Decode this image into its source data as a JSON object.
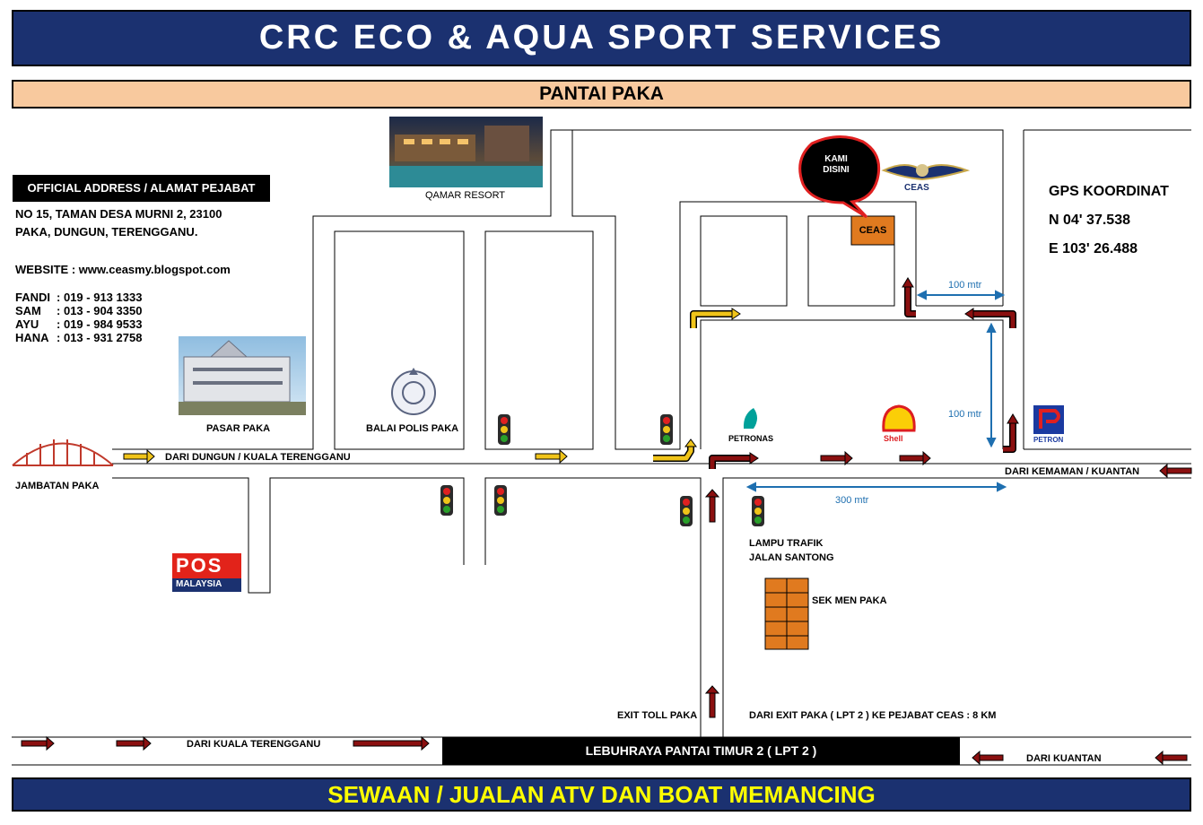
{
  "header": {
    "title": "CRC ECO & AQUA SPORT SERVICES",
    "subtitle": "PANTAI PAKA"
  },
  "footer": {
    "text": "SEWAAN / JUALAN ATV DAN BOAT MEMANCING"
  },
  "office": {
    "heading": "OFFICIAL ADDRESS / ALAMAT PEJABAT",
    "address_line1": "NO 15, TAMAN DESA MURNI 2, 23100",
    "address_line2": "PAKA, DUNGUN, TERENGGANU.",
    "website": "WEBSITE : www.ceasmy.blogspot.com",
    "contacts": [
      {
        "name": "FANDI",
        "phone": "019 - 913 1333"
      },
      {
        "name": "SAM",
        "phone": "013 - 904 3350"
      },
      {
        "name": "AYU",
        "phone": "019 - 984 9533"
      },
      {
        "name": "HANA",
        "phone": "013 - 931 2758"
      }
    ]
  },
  "gps": {
    "title": "GPS KOORDINAT",
    "north": "N 04' 37.538",
    "east": "E 103' 26.488"
  },
  "landmarks": {
    "qamar": "QAMAR RESORT",
    "pasar": "PASAR PAKA",
    "balai": "BALAI POLIS PAKA",
    "jambatan": "JAMBATAN PAKA",
    "petronas": "PETRONAS",
    "shell": "Shell",
    "petron": "PETRON",
    "pos_line1": "POS",
    "pos_line2": "MALAYSIA",
    "ceas_logo": "CEAS",
    "ceas_box": "CEAS",
    "kami_disini": "KAMI DISINI",
    "sek_men": "SEK MEN PAKA",
    "lampu_line1": "LAMPU TRAFIK",
    "lampu_line2": "JALAN SANTONG"
  },
  "roads": {
    "dari_dungun": "DARI DUNGUN / KUALA TERENGGANU",
    "dari_kemaman": "DARI KEMAMAN / KUANTAN",
    "exit_toll": "EXIT TOLL PAKA",
    "dari_exit": "DARI EXIT PAKA ( LPT 2 ) KE PEJABAT CEAS : 8 KM",
    "dari_kt": "DARI KUALA TERENGGANU",
    "lpt2": "LEBUHRAYA PANTAI TIMUR 2  ( LPT 2 )",
    "dari_kuantan": "DARI KUANTAN"
  },
  "distances": {
    "d1": "100 mtr",
    "d2": "100 mtr",
    "d3": "300 mtr"
  },
  "colors": {
    "navy": "#1b3170",
    "peach": "#f8c99e",
    "yellow_text": "#ffff00",
    "orange_box": "#e07a1f",
    "arrow_red": "#8b1010",
    "arrow_yellow": "#f0c419",
    "dist_blue": "#1e6fb0"
  }
}
